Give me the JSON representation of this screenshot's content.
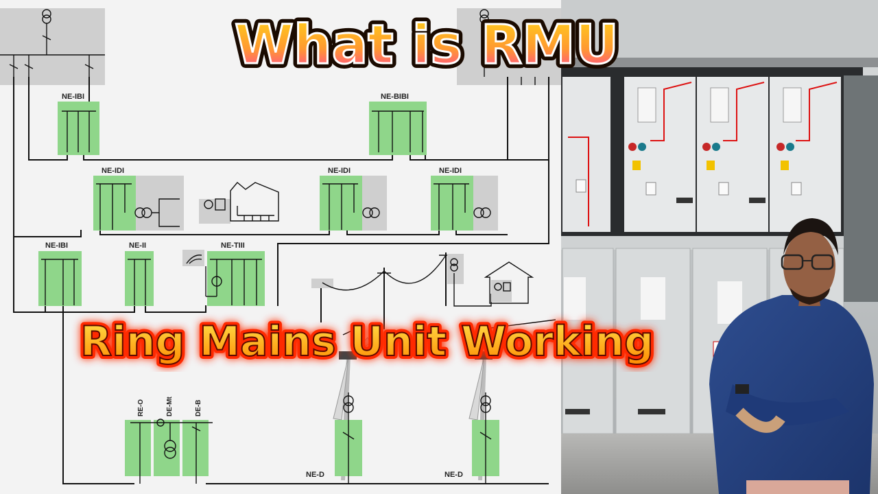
{
  "title": "What is RMU",
  "subtitle": "Ring Mains Unit Working",
  "diagram": {
    "units": {
      "ne_ibi_top": "NE-IBI",
      "ne_bibi": "NE-BIBI",
      "ne_idi_1": "NE-IDI",
      "ne_idi_2": "NE-IDI",
      "ne_idi_3": "NE-IDI",
      "ne_ibi_left": "NE-IBI",
      "ne_ii": "NE-II",
      "ne_tiii": "NE-TIII",
      "re_o": "RE-O",
      "de_mt": "DE-Mt",
      "de_b": "DE-B",
      "ne_d_1": "NE-D",
      "ne_d_2": "NE-D"
    }
  },
  "colors": {
    "panel_green": "#8fd68a",
    "substation_grey": "#cfcfcf",
    "title_gradient_top": "#ffd21a",
    "title_gradient_bottom": "#ff3ca0",
    "subtitle_fill": "#ffb400",
    "subtitle_glow": "#ff2a00"
  }
}
